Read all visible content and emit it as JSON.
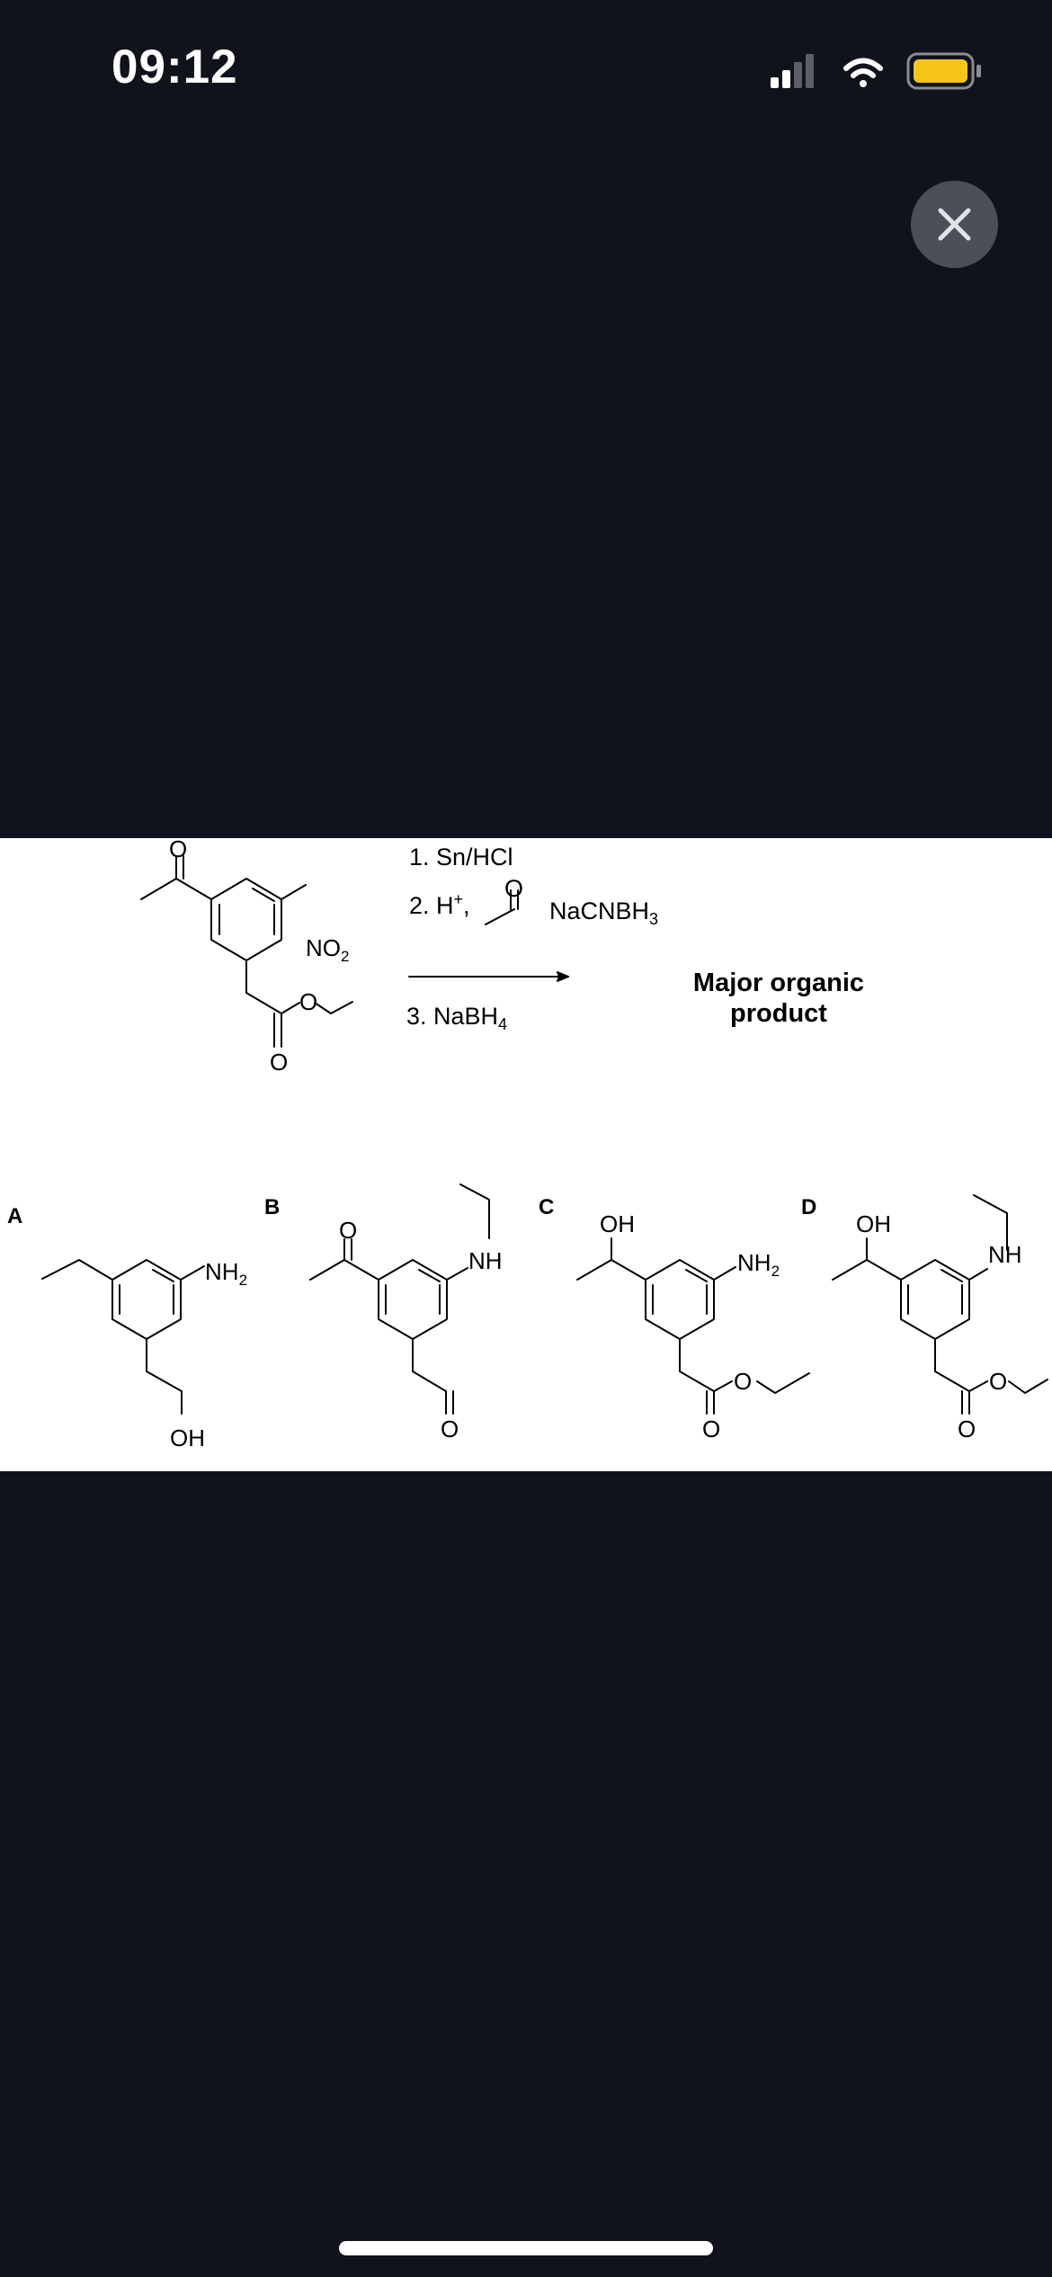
{
  "status_bar": {
    "time": "09:12",
    "signal_icon": "cellular-signal-icon",
    "wifi_icon": "wifi-icon",
    "battery_icon": "battery-icon",
    "battery_color": "#f5c518"
  },
  "close_icon": "close-icon",
  "reaction": {
    "step1": "1. Sn/HCl",
    "step2_prefix": "2. H",
    "step2_sup": "+",
    "step2_comma": ",",
    "step2_reagent": "NaCNBH",
    "step2_sub": "3",
    "step3": "3. NaBH",
    "step3_sub": "4",
    "product_line1": "Major organic",
    "product_line2": "product",
    "start_no2": "NO",
    "start_no2_sub": "2",
    "o": "O"
  },
  "options": {
    "a_label": "A",
    "b_label": "B",
    "c_label": "C",
    "d_label": "D",
    "nh2": "NH",
    "nh2_sub": "2",
    "nh": "NH",
    "oh": "OH",
    "o": "O"
  }
}
